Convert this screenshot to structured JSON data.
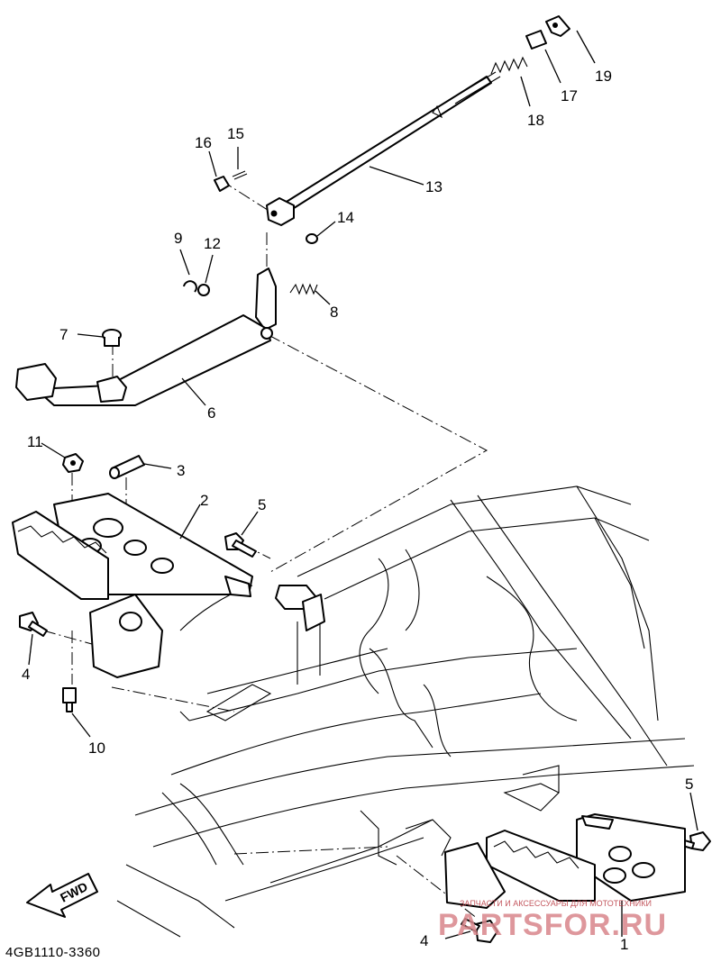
{
  "diagram_code": "4GB1110-3360",
  "fwd_label": "FWD",
  "watermark": {
    "caption": "ЗАПЧАСТИ И АКСЕССУАРЫ ДЛЯ МОТОТЕХНИКИ",
    "brand": "PARTSFOR.RU"
  },
  "callouts": {
    "c1": "1",
    "c2": "2",
    "c3": "3",
    "c4a": "4",
    "c4b": "4",
    "c5a": "5",
    "c5b": "5",
    "c6": "6",
    "c7": "7",
    "c8": "8",
    "c9": "9",
    "c10": "10",
    "c11": "11",
    "c12": "12",
    "c13": "13",
    "c14": "14",
    "c15": "15",
    "c16": "16",
    "c17": "17",
    "c18": "18",
    "c19": "19"
  }
}
